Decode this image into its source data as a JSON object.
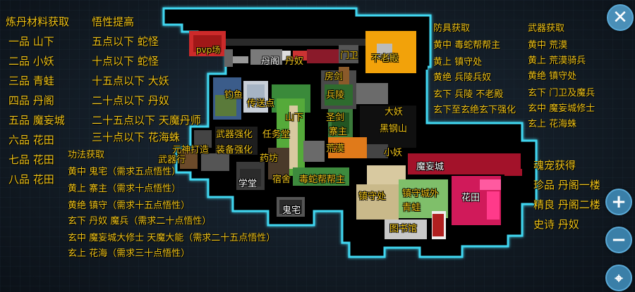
{
  "left_col1": {
    "title": "炼丹材料获取",
    "items": [
      "一品 山下",
      "二品 小妖",
      "三品 青蛙",
      "四品 丹阁",
      "五品 魔妄城",
      "六品 花田",
      "七品 花田",
      "八品 花田"
    ]
  },
  "left_col2": {
    "title": "悟性提高",
    "items": [
      "五点以下 蛇怪",
      "十点以下 蛇怪",
      "十五点以下 大妖",
      "二十点以下 丹奴",
      "二十五点以下 天魔丹师",
      "三十点以下 花海蛛"
    ]
  },
  "gongfa": {
    "title": "功法获取",
    "items": [
      "黄中 鬼宅（需求五点悟性）",
      "黄上 寨主（需求十点悟性）",
      "黄绝 镇守（需求十五点悟性）",
      "玄下 丹奴 魔兵（需求二十点悟性）",
      "玄中 魔妄城大修士 天魔大能（需求二十五点悟性）",
      "玄上 花海（需求三十点悟性）"
    ]
  },
  "fangju": {
    "title": "防具获取",
    "items": [
      "黄中 毒蛇帮帮主",
      "黄上 镇守处",
      "黄绝 兵陵兵奴",
      "玄下 兵陵 不老殿",
      "玄下至玄绝玄下强化"
    ]
  },
  "wuqi": {
    "title": "武器获取",
    "items": [
      "黄中 荒漠",
      "黄上 荒漠骑兵",
      "黄绝 镇守处",
      "玄下 门卫及魔兵",
      "玄中 魔妄城修士",
      "玄上 花海蛛"
    ]
  },
  "pet": {
    "title": "魂宠获得",
    "items": [
      "珍品 丹阁一楼",
      "精良 丹阁二楼",
      "史诗 丹奴"
    ]
  },
  "map_labels": {
    "pvp": "pvp场",
    "dange": "丹阁",
    "dannu": "丹奴",
    "menwei": "门卫",
    "bulaodian": "不老殿",
    "fangjian": "房剑",
    "diaoyu": "钓鱼",
    "chuansong": "传送点",
    "bingling": "兵陵",
    "shanxia": "山下",
    "dayao": "大妖",
    "heigangshan": "黑钢山",
    "wuqiqianghua": "武器强化",
    "renwutang": "任务堂",
    "yuanshen": "元神打造",
    "zhuangbei": "装备强化",
    "shengjian": "圣剑",
    "zhaizhu": "寨主",
    "huangmo": "荒漠",
    "xiaoyao": "小妖",
    "jiaxing": "武器行",
    "yaofang": "药坊",
    "suhe": "宿舍",
    "dushe": "毒蛇帮帮主",
    "xuetang": "学堂",
    "mowangcheng": "魔妄城",
    "zhenshou": "镇守处",
    "zhenshouchengwai": "镇守城外",
    "qingwa": "青蛙",
    "huatian": "花田",
    "guizhai": "鬼宅",
    "tushuguan": "图书馆"
  },
  "buttons": {
    "close": "✕",
    "zoom_in": "+",
    "zoom_out": "−",
    "locate": "⌖"
  },
  "colors": {
    "text": "#f0c419",
    "border": "#3fd6f0",
    "button": "#3a7fa8"
  }
}
